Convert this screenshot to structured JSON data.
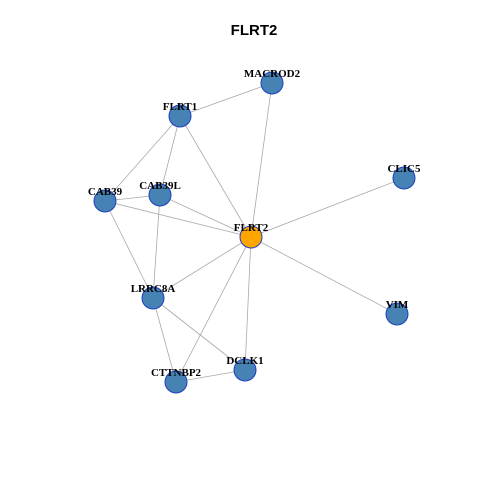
{
  "title": "FLRT2",
  "colors": {
    "node_default": "#4682b4",
    "node_center": "#ffa500",
    "node_stroke": "#1f3fbf",
    "edge": "#a9a9a9"
  },
  "nodes": [
    {
      "id": "FLRT2",
      "label": "FLRT2",
      "center": true
    },
    {
      "id": "MACROD2",
      "label": "MACROD2",
      "center": false
    },
    {
      "id": "FLRT1",
      "label": "FLRT1",
      "center": false
    },
    {
      "id": "CLIC5",
      "label": "CLIC5",
      "center": false
    },
    {
      "id": "CAB39",
      "label": "CAB39",
      "center": false
    },
    {
      "id": "CAB39L",
      "label": "CAB39L",
      "center": false
    },
    {
      "id": "LRRC8A",
      "label": "LRRC8A",
      "center": false
    },
    {
      "id": "VIM",
      "label": "VIM",
      "center": false
    },
    {
      "id": "DCLK1",
      "label": "DCLK1",
      "center": false
    },
    {
      "id": "CTTNBP2",
      "label": "CTTNBP2",
      "center": false
    }
  ],
  "edges": [
    [
      "FLRT1",
      "MACROD2"
    ],
    [
      "MACROD2",
      "FLRT2"
    ],
    [
      "FLRT1",
      "CAB39"
    ],
    [
      "FLRT1",
      "CAB39L"
    ],
    [
      "FLRT1",
      "FLRT2"
    ],
    [
      "CAB39",
      "CAB39L"
    ],
    [
      "CAB39",
      "FLRT2"
    ],
    [
      "CAB39",
      "LRRC8A"
    ],
    [
      "CAB39L",
      "FLRT2"
    ],
    [
      "CAB39L",
      "LRRC8A"
    ],
    [
      "CLIC5",
      "FLRT2"
    ],
    [
      "FLRT2",
      "VIM"
    ],
    [
      "FLRT2",
      "LRRC8A"
    ],
    [
      "FLRT2",
      "DCLK1"
    ],
    [
      "FLRT2",
      "CTTNBP2"
    ],
    [
      "LRRC8A",
      "DCLK1"
    ],
    [
      "LRRC8A",
      "CTTNBP2"
    ],
    [
      "CTTNBP2",
      "DCLK1"
    ]
  ]
}
